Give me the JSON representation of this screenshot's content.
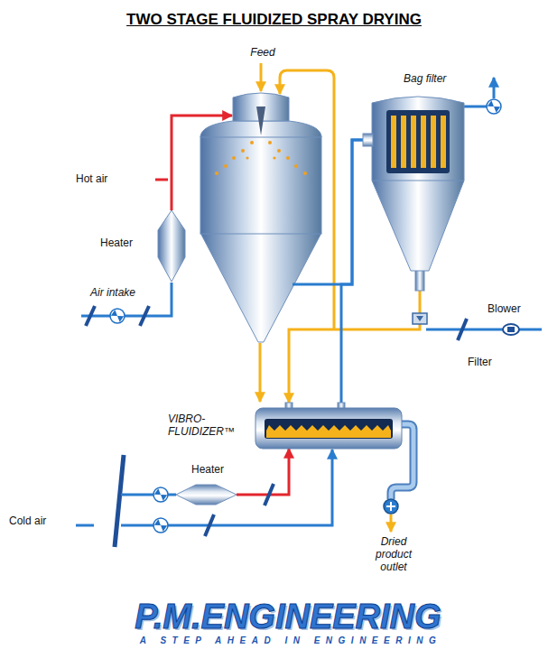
{
  "diagram": {
    "title": "TWO STAGE FLUIDIZED SPRAY DRYING",
    "nodes": [
      {
        "text": [
          "Bag filter"
        ]
      },
      {
        "text": [
          "Heater"
        ]
      },
      {
        "text": [
          "VIBRO- FLUIDIZER™"
        ]
      },
      {
        "text": [
          "Heater"
        ]
      }
    ],
    "edges": [
      {
        "from": 0,
        "to": 2,
        "arrow": "to"
      },
      {
        "from": 2,
        "to": 0,
        "arrow": "none"
      },
      {
        "from": 3,
        "to": 2,
        "arrow": "to"
      }
    ],
    "labels": [
      "Feed",
      "Hot air",
      "Air intake",
      "Blower",
      "Filter",
      "Cold air",
      "Dried product outlet",
      "P.M.ENGINEERING",
      "A STEP AHEAD IN ENGINEERING"
    ]
  }
}
